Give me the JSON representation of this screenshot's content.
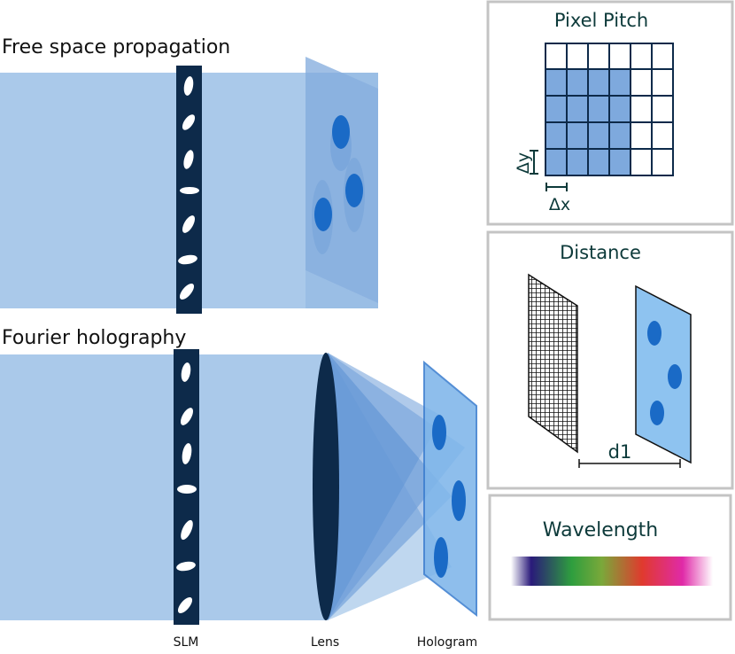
{
  "labels": {
    "free_space": "Free space propagation",
    "fourier": "Fourier holography",
    "slm": "SLM",
    "lens": "Lens",
    "hologram": "Hologram"
  },
  "panels": {
    "pixel_pitch": {
      "title": "Pixel Pitch",
      "dy": "Δy",
      "dx": "Δx"
    },
    "distance": {
      "title": "Distance",
      "d1": "d1"
    },
    "wavelength": {
      "title": "Wavelength"
    }
  },
  "colors": {
    "beam": "#aac9ea",
    "slm": "#0d2a4a",
    "dot": "#1a6ac6",
    "hologram": "#7fb6ea",
    "grid_fill": "#7ea9dd",
    "text": "#0d3a3a",
    "panel_border": "#c4c4c4"
  },
  "spectrum_colors": [
    "#ffffff",
    "#2a1a7a",
    "#2e9e3e",
    "#7aa83a",
    "#e03a2e",
    "#e02aa8",
    "#ffffff"
  ]
}
